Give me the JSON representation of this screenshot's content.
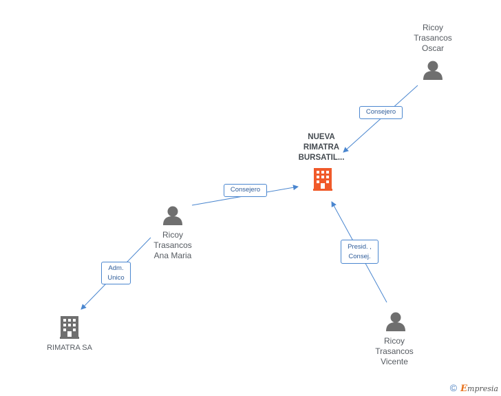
{
  "nodes": {
    "main_company": {
      "label": "NUEVA\nRIMATRA\nBURSATIL...",
      "icon": "building-icon",
      "color": "#f05a2a"
    },
    "oscar": {
      "label": "Ricoy\nTrasancos\nOscar",
      "icon": "person-icon"
    },
    "ana_maria": {
      "label": "Ricoy\nTrasancos\nAna Maria",
      "icon": "person-icon"
    },
    "vicente": {
      "label": "Ricoy\nTrasancos\nVicente",
      "icon": "person-icon"
    },
    "rimatra_sa": {
      "label": "RIMATRA SA",
      "icon": "building-icon"
    }
  },
  "relations": {
    "oscar_main": "Consejero",
    "ana_main": "Consejero",
    "ana_rimatra": "Adm.\nUnico",
    "vicente_main": "Presid. ,\nConsej."
  },
  "colors": {
    "edge": "#4a86cf",
    "icon_gray": "#6f6f6f",
    "main_icon": "#f05a2a"
  },
  "footer": {
    "copyright": "©",
    "brand_initial": "E",
    "brand_rest": "mpresia"
  }
}
